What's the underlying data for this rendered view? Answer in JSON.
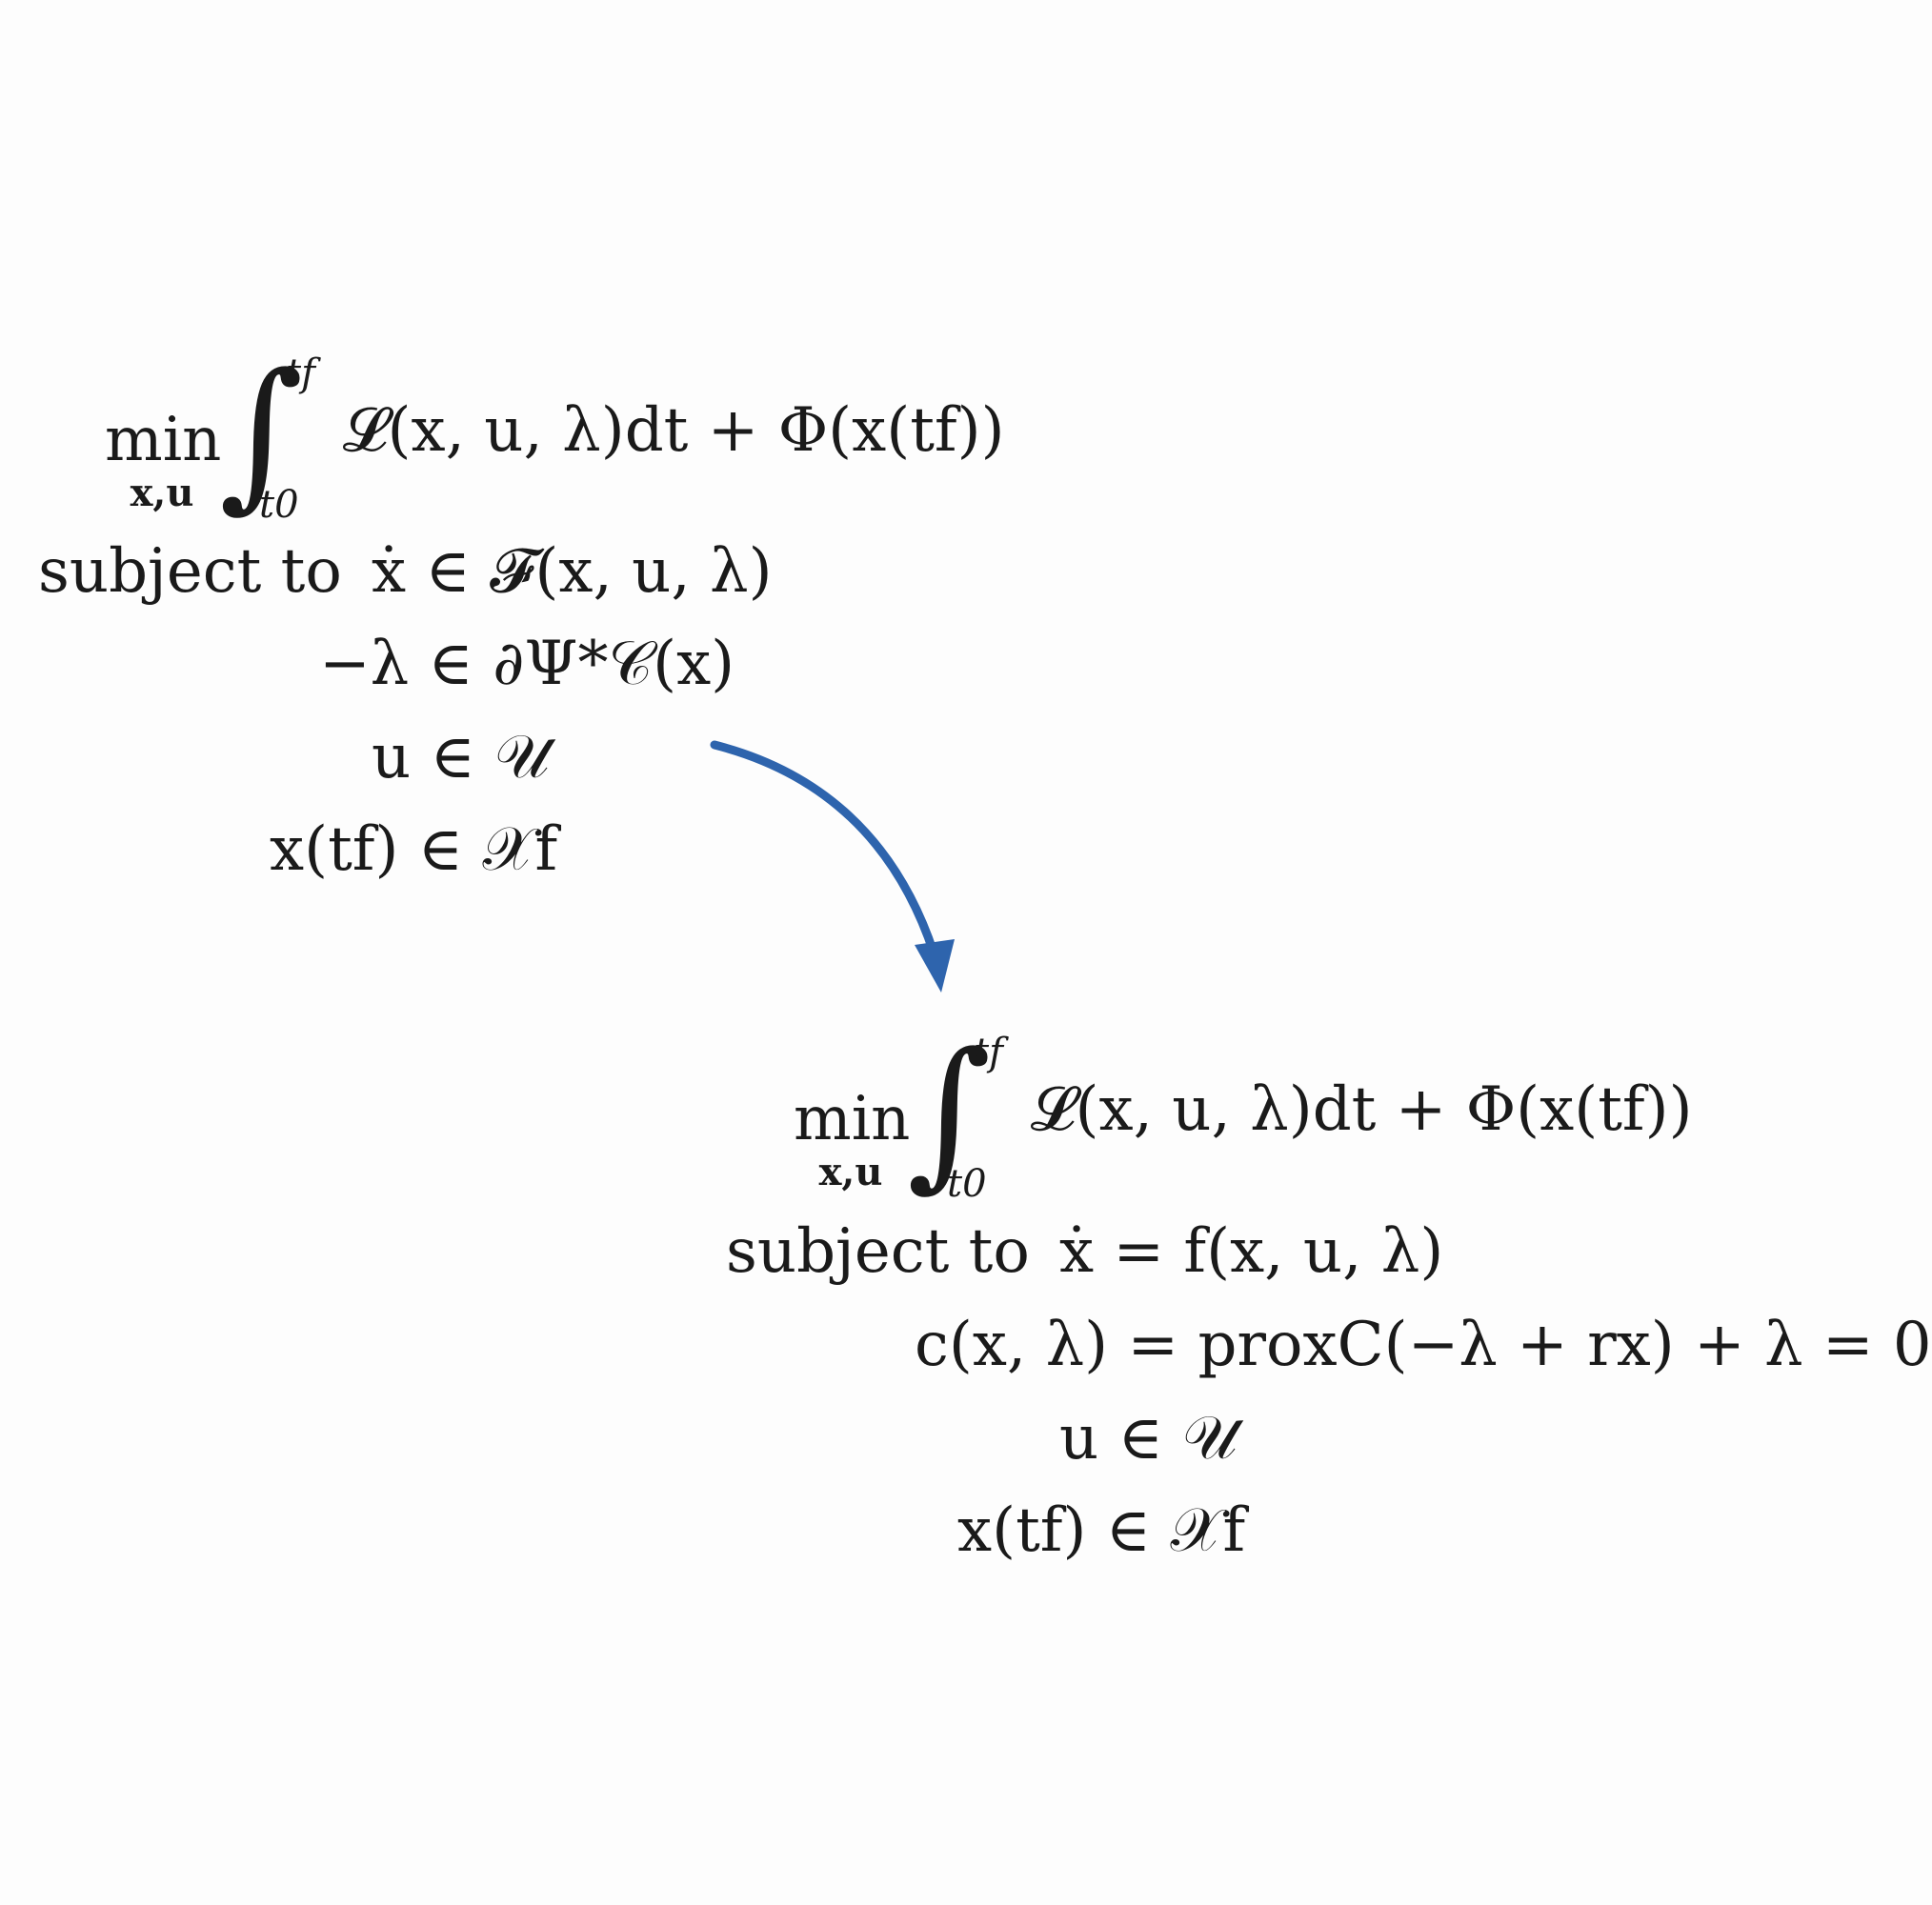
{
  "problem_original": {
    "min_word": "min",
    "min_under": "x,u",
    "int_upper": "tf",
    "int_lower": "t0",
    "objective_body": "𝓛(x, u, λ)dt + Φ(x(tf))",
    "subject_to_label": "subject to",
    "constraints": [
      "ẋ ∈ 𝓕(x, u, λ)",
      "−λ ∈ ∂Ψ*𝒞(x)",
      "u ∈ 𝒰",
      "x(tf) ∈ 𝒳f"
    ]
  },
  "problem_reformulated": {
    "min_word": "min",
    "min_under": "x,u",
    "int_upper": "tf",
    "int_lower": "t0",
    "objective_body": "𝓛(x, u, λ)dt + Φ(x(tf))",
    "subject_to_label": "subject to",
    "constraints": [
      "ẋ = f(x, u, λ)",
      "c(x, λ) = proxC(−λ + rx) + λ = 0",
      "u ∈ 𝒰",
      "x(tf) ∈ 𝒳f"
    ]
  },
  "colors": {
    "arrow": "#2e64ad",
    "text": "#1a1a1a",
    "background": "#fdfdfd"
  }
}
